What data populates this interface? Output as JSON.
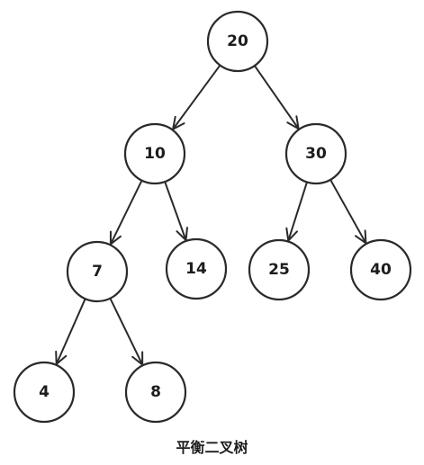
{
  "caption": "平衡二叉树",
  "nodes": [
    {
      "id": "n20",
      "label": "20"
    },
    {
      "id": "n10",
      "label": "10"
    },
    {
      "id": "n30",
      "label": "30"
    },
    {
      "id": "n7",
      "label": "7"
    },
    {
      "id": "n14",
      "label": "14"
    },
    {
      "id": "n25",
      "label": "25"
    },
    {
      "id": "n40",
      "label": "40"
    },
    {
      "id": "n4",
      "label": "4"
    },
    {
      "id": "n8",
      "label": "8"
    }
  ],
  "edges": [
    {
      "from": "n20",
      "to": "n10"
    },
    {
      "from": "n20",
      "to": "n30"
    },
    {
      "from": "n10",
      "to": "n7"
    },
    {
      "from": "n10",
      "to": "n14"
    },
    {
      "from": "n30",
      "to": "n25"
    },
    {
      "from": "n30",
      "to": "n40"
    },
    {
      "from": "n7",
      "to": "n4"
    },
    {
      "from": "n7",
      "to": "n8"
    }
  ]
}
